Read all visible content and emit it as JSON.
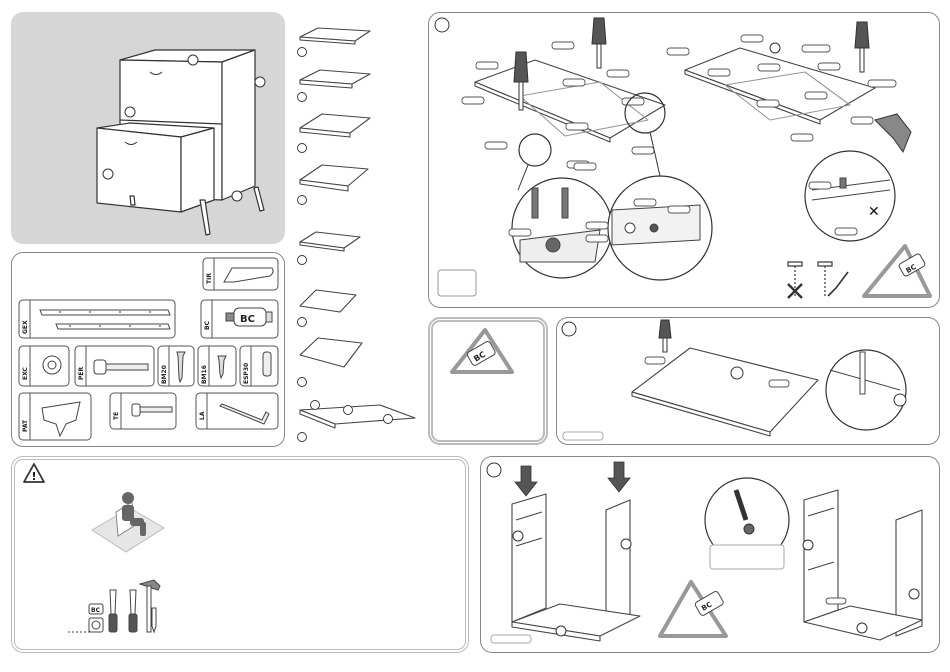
{
  "hardware_codes": {
    "tir": "TIR",
    "bc": "BC",
    "gex": "GEX",
    "exc": "EXC",
    "per": "PER",
    "bm20": "BM20",
    "bm16": "BM16",
    "esp30": "ESP30",
    "pat": "PAT",
    "te": "TE",
    "la": "LA"
  },
  "tool_labels": {
    "bc_tube": "BC"
  }
}
